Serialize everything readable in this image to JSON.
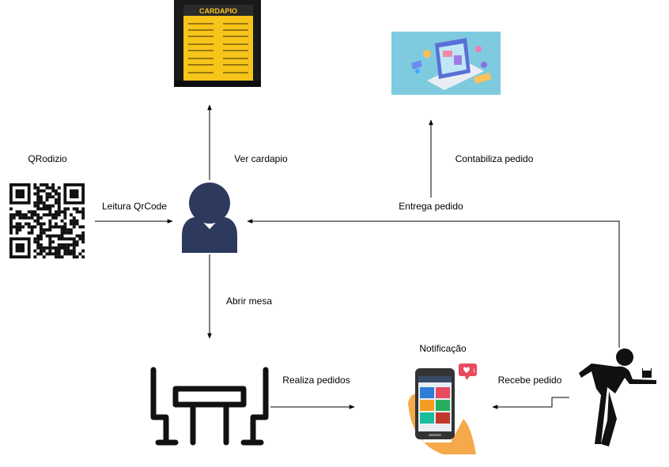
{
  "labels": {
    "qrodizio": "QRodizio",
    "leitura_qrcode": "Leitura QrCode",
    "ver_cardapio": "Ver cardapio",
    "abrir_mesa": "Abrir mesa",
    "realiza_pedidos": "Realiza pedidos",
    "notificacao": "Notificação",
    "recebe_pedido": "Recebe pedido",
    "entrega_pedido": "Entrega pedido",
    "contabiliza_pedido": "Contabiliza pedido"
  },
  "menu_image": {
    "title": "CARDAPIO"
  },
  "colors": {
    "person": "#2d3a5e",
    "menu_bg": "#1a1a1a",
    "menu_yellow": "#f7c41a",
    "computer_bg": "#7ecbe0",
    "hand": "#f6a94a",
    "heart_badge": "#e84a5f",
    "edge": "#000000"
  },
  "icons": [
    "qr-code-icon",
    "person-icon",
    "menu-image",
    "computer-illustration",
    "dining-table-icon",
    "phone-notification-icon",
    "waiter-icon"
  ]
}
